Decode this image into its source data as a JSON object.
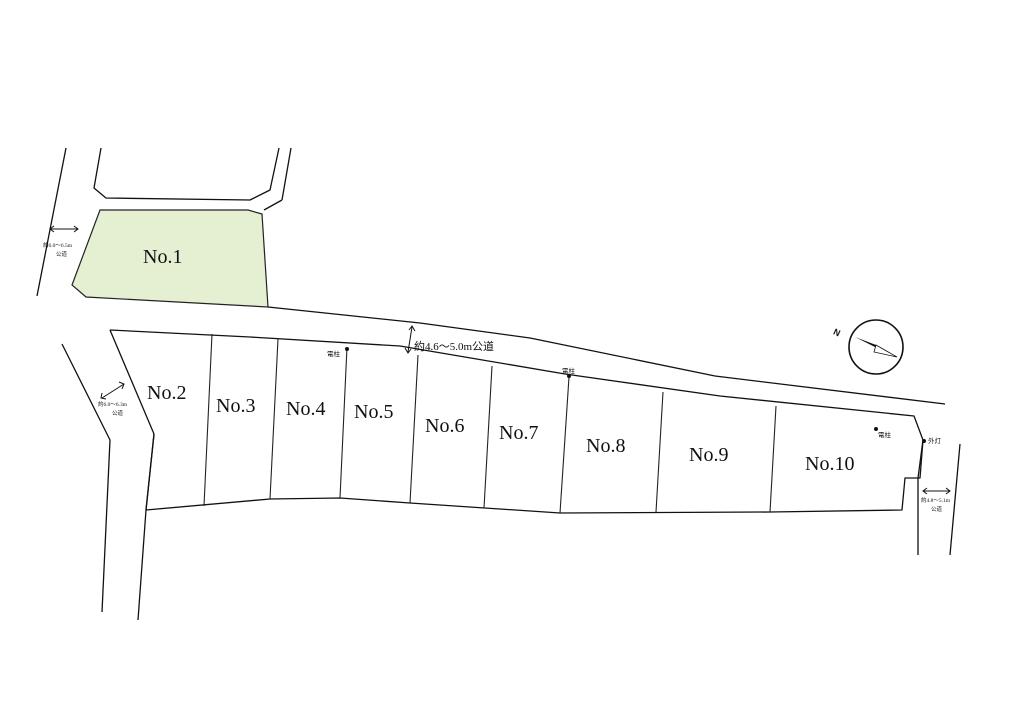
{
  "colors": {
    "lot1_fill": "#e5efd2",
    "line": "#111111",
    "background": "#ffffff"
  },
  "lots": [
    {
      "label": "No.1",
      "highlighted": true
    },
    {
      "label": "No.2"
    },
    {
      "label": "No.3"
    },
    {
      "label": "No.4"
    },
    {
      "label": "No.5"
    },
    {
      "label": "No.6"
    },
    {
      "label": "No.7"
    },
    {
      "label": "No.8"
    },
    {
      "label": "No.9"
    },
    {
      "label": "No.10"
    }
  ],
  "roads": {
    "main": {
      "width": "約4.6～5.0m公道"
    },
    "west_top": {
      "width": "約6.0～6.5m",
      "type": "公道"
    },
    "west_bottom": {
      "width": "約6.0～6.3m",
      "type": "公道"
    },
    "east": {
      "width": "約4.8～5.1m",
      "type": "公道"
    }
  },
  "features": {
    "pole_1": "電柱",
    "pole_2": "電柱",
    "pole_3": "電柱",
    "street_light": "外灯"
  },
  "compass": {
    "north_label": "N",
    "icon": "compass-icon"
  }
}
